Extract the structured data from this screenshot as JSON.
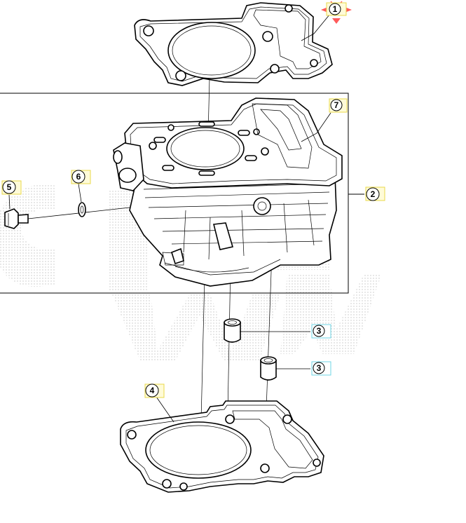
{
  "diagram": {
    "callouts": [
      {
        "id": "c1",
        "label": "1",
        "highlighted": true
      },
      {
        "id": "c2",
        "label": "2"
      },
      {
        "id": "c3a",
        "label": "3"
      },
      {
        "id": "c3b",
        "label": "3"
      },
      {
        "id": "c4",
        "label": "4"
      },
      {
        "id": "c5",
        "label": "5"
      },
      {
        "id": "c6",
        "label": "6"
      },
      {
        "id": "c7",
        "label": "7"
      }
    ],
    "colors": {
      "callout_fill": "#fffbd8",
      "callout_border": "#e8d84a",
      "highlight_marker": "#ff5a5a",
      "cyan_tag": "#6fd6e6",
      "watermark": "#cfcfcf"
    }
  }
}
